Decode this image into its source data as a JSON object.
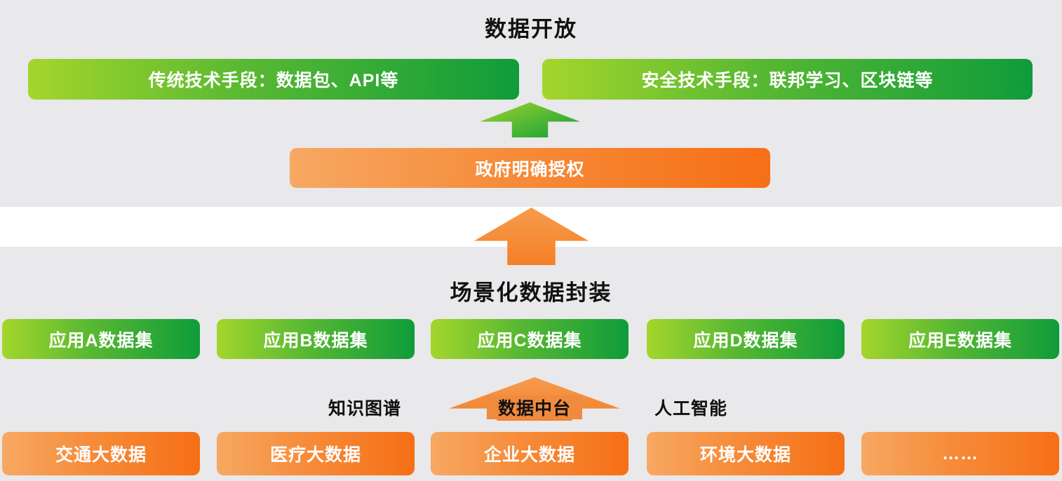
{
  "colors": {
    "section_background": "#e9e8ea",
    "band_background": "#ffffff",
    "green_gradient_start": "#a4d62c",
    "green_gradient_end": "#0f9c3a",
    "orange_gradient_start": "#f7a863",
    "orange_gradient_end": "#f66f16",
    "arrow_green": "#50b633",
    "arrow_orange": "#f58026",
    "title_text": "#111111",
    "box_text": "#ffffff"
  },
  "top_section": {
    "title": "数据开放",
    "method_boxes": [
      {
        "label": "传统技术手段：数据包、API等"
      },
      {
        "label": "安全技术手段：联邦学习、区块链等"
      }
    ],
    "authorization_label": "政府明确授权"
  },
  "bottom_section": {
    "title": "场景化数据封装",
    "dataset_boxes": [
      "应用A数据集",
      "应用B数据集",
      "应用C数据集",
      "应用D数据集",
      "应用E数据集"
    ],
    "middle_labels": {
      "left": "知识图谱",
      "center": "数据中台",
      "right": "人工智能"
    },
    "source_boxes": [
      "交通大数据",
      "医疗大数据",
      "企业大数据",
      "环境大数据",
      "……"
    ]
  }
}
